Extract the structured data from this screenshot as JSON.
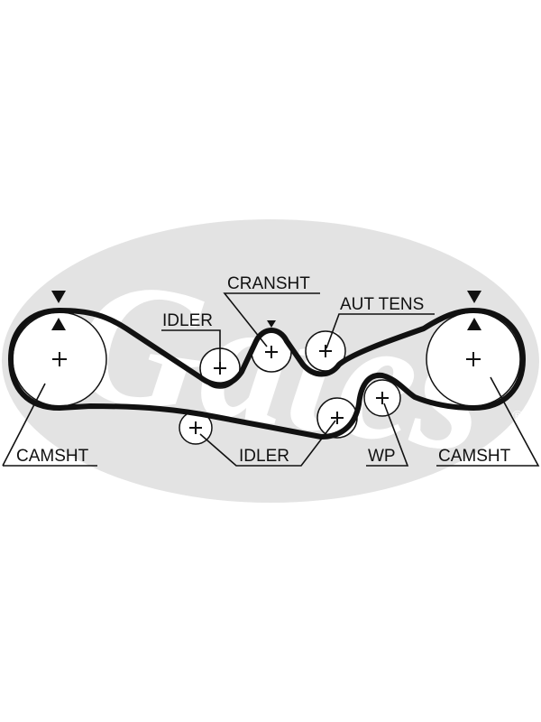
{
  "labels": {
    "cranksht": "CRANSHT",
    "idler_top": "IDLER",
    "aut_tens": "AUT TENS",
    "camsht_left": "CAMSHT",
    "idler_bottom": "IDLER",
    "wp": "WP",
    "camsht_right": "CAMSHT"
  },
  "watermark": {
    "text": "Gates",
    "mark": "®"
  },
  "colors": {
    "line": "#111111",
    "watermark": "#e3e3e3",
    "watermark_text": "#ffffff",
    "background": "#ffffff"
  },
  "icons": {
    "timing_mark": "triangle-marker-icon",
    "pulley_center": "plus-icon"
  }
}
